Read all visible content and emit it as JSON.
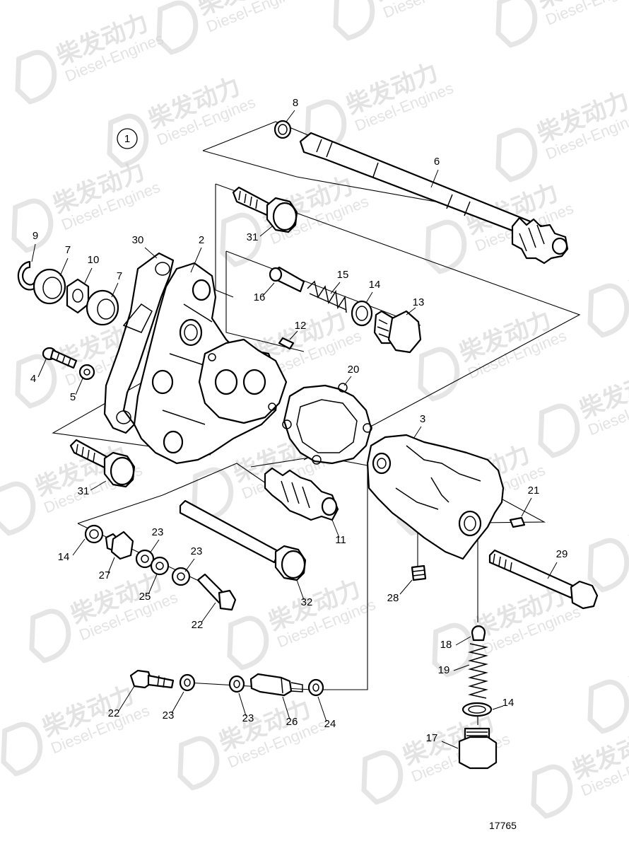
{
  "diagram": {
    "group_marker": "1",
    "drawing_number": "17765",
    "watermark": {
      "brand_cn": "柴发动力",
      "brand_en": "Diesel-Engines"
    },
    "callouts": [
      "8",
      "6",
      "31",
      "2",
      "30",
      "9",
      "7",
      "10",
      "7",
      "16",
      "15",
      "14",
      "13",
      "12",
      "4",
      "5",
      "20",
      "3",
      "31",
      "11",
      "21",
      "14",
      "23",
      "23",
      "27",
      "25",
      "28",
      "32",
      "29",
      "22",
      "18",
      "19",
      "14",
      "22",
      "23",
      "23",
      "26",
      "24",
      "17"
    ]
  }
}
